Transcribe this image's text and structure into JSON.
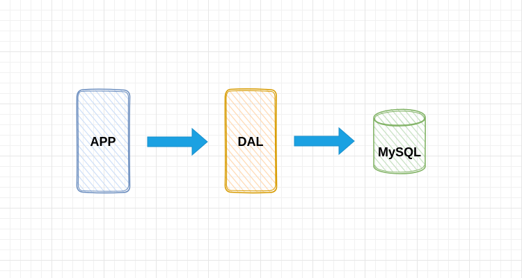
{
  "diagram": {
    "nodes": [
      {
        "id": "app",
        "label": "APP",
        "shape": "rounded-rectangle",
        "stroke": "#6c8ebf",
        "fill": "#dae8fc"
      },
      {
        "id": "dal",
        "label": "DAL",
        "shape": "rounded-rectangle",
        "stroke": "#d79b00",
        "fill": "#ffe6cc"
      },
      {
        "id": "mysql",
        "label": "MySQL",
        "shape": "cylinder",
        "stroke": "#82b366",
        "fill": "#d5e8d4"
      }
    ],
    "edges": [
      {
        "from": "app",
        "to": "dal",
        "color": "#1ba1e2"
      },
      {
        "from": "dal",
        "to": "mysql",
        "color": "#1ba1e2"
      }
    ]
  }
}
